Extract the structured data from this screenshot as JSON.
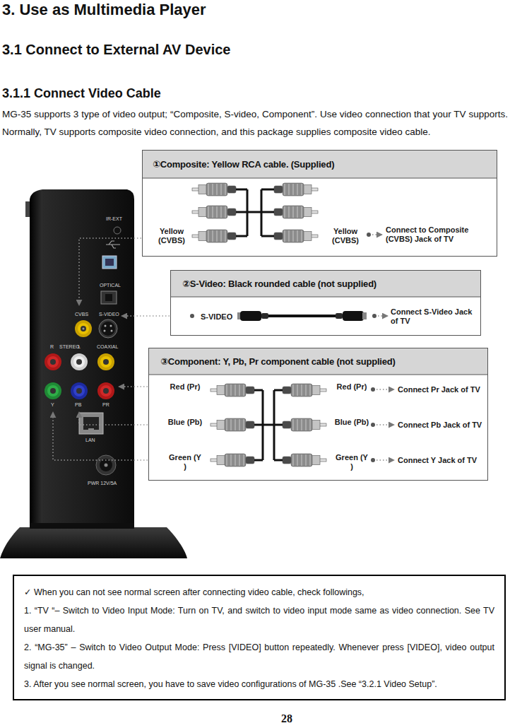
{
  "diagram": {
    "title": "3. Use as Multimedia Player",
    "nodes": [
      {
        "text": [
          "①Composite: Yellow RCA cable. (Supplied)",
          "Yellow (CVBS)",
          "Yellow (CVBS)",
          "Connect to Composite (CVBS) Jack of TV"
        ]
      },
      {
        "text": [
          "②S-Video: Black rounded cable (not supplied)",
          "S-VIDEO",
          "Connect S-Video Jack of TV"
        ]
      },
      {
        "text": [
          "③Component: Y, Pb, Pr component cable (not supplied)",
          "Red (Pr)",
          "Blue (Pb)",
          "Green (Y )",
          "Red (Pr)",
          "Blue (Pb)",
          "Green (Y )",
          "Connect Pr Jack of TV",
          "Connect Pb Jack of TV",
          "Connect Y Jack of TV"
        ]
      },
      {
        "text": [
          "✓ When you can not see normal screen after connecting video cable, check followings,",
          "1. “TV “– Switch to Video Input Mode: Turn on TV, and switch to video input mode same as video connection. See TV user manual.",
          "2. “MG-35” – Switch to Video Output Mode: Press [VIDEO] button repeatedly. Whenever press [VIDEO], video output signal is changed.",
          "3. After you see normal screen, you have to save video configurations of MG-35 .See “3.2.1 Video Setup”."
        ]
      }
    ],
    "labels": [
      "3.1 Connect to External AV Device",
      "3.1.1 Connect Video Cable",
      "MG-35 supports 3 type of video output; “Composite, S-video, Component”. Use video connection that your TV supports. Normally, TV supports composite video connection, and this package supplies composite video cable.",
      "IR-EXT",
      "OPTICAL",
      "CVBS",
      "S-VIDEO",
      "R",
      "STEREO",
      "L",
      "COAXIAL",
      "Y",
      "PB",
      "PR",
      "LAN",
      "PWR 12V/5A",
      "28"
    ]
  }
}
